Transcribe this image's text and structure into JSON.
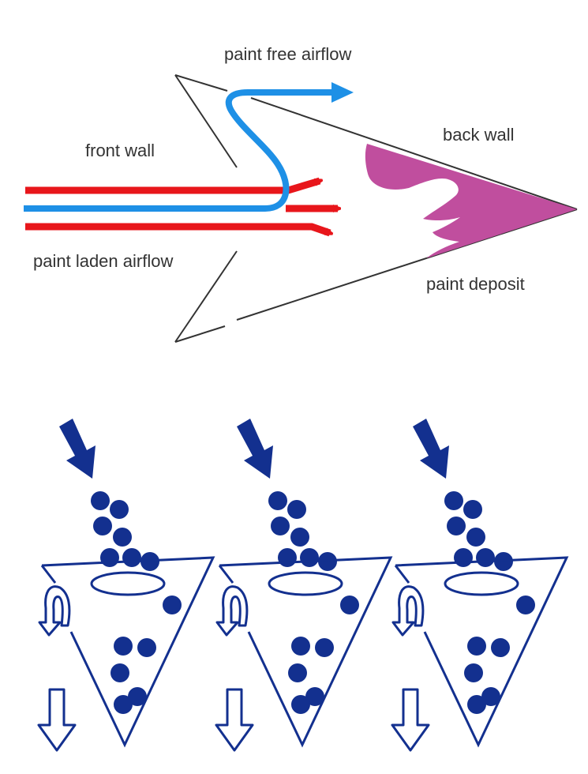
{
  "labels": {
    "paint_free_airflow": "paint free airflow",
    "front_wall": "front wall",
    "back_wall": "back wall",
    "paint_laden_airflow": "paint laden airflow",
    "paint_deposit": "paint deposit"
  },
  "colors": {
    "wall_line": "#333333",
    "clean_air": "#1e90e6",
    "laden_air": "#e8161b",
    "deposit": "#c04e9e",
    "particle": "#13308f",
    "outline": "#13308f"
  },
  "filter_cells": [
    "cell-1",
    "cell-2",
    "cell-3"
  ]
}
